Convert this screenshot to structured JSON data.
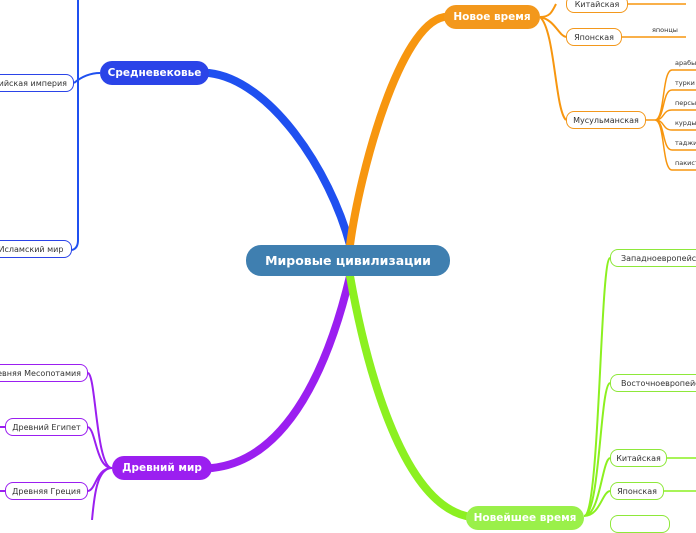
{
  "title": "Мировые цивилизации",
  "colors": {
    "root": "#3f7fb0",
    "medieval": "#2b44e8",
    "new_time": "#f3981c",
    "ancient": "#9b1ff0",
    "newest": "#9af04a"
  },
  "branches": {
    "medieval": {
      "label": "Средневековье",
      "children": [
        "…тийская империя",
        "Исламский мир"
      ]
    },
    "new_time": {
      "label": "Новое время",
      "children": [
        {
          "label": "Китайская",
          "leaves": []
        },
        {
          "label": "Японская",
          "leaves": [
            "японцы"
          ]
        },
        {
          "label": "Мусульманская",
          "leaves": [
            "арабы",
            "турки",
            "персы",
            "курды",
            "таджи…",
            "пакист…"
          ]
        }
      ]
    },
    "ancient": {
      "label": "Древний мир",
      "children": [
        "…евняя Месопотамия",
        "Древний Египет",
        "Древняя Греция"
      ]
    },
    "newest": {
      "label": "Новейшее время",
      "children": [
        "Западноевропейска…",
        "Восточноевропейска…",
        "Китайская",
        "Японская"
      ]
    }
  }
}
